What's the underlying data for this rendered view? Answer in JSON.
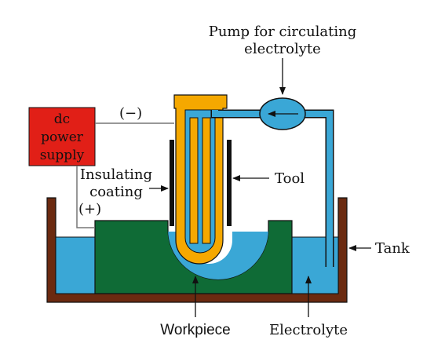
{
  "labels": {
    "pump_line1": "Pump for circulating",
    "pump_line2": "electrolyte",
    "power_line1": "dc",
    "power_line2": "power",
    "power_line3": "supply",
    "negative": "(−)",
    "positive": "(+)",
    "insulating_line1": "Insulating",
    "insulating_line2": "coating",
    "tool": "Tool",
    "tank": "Tank",
    "workpiece": "Workpiece",
    "electrolyte": "Electrolyte"
  },
  "colors": {
    "tank_wall": "#6b2a10",
    "electrolyte": "#3aa7d6",
    "workpiece": "#0f6b36",
    "tool": "#f5a800",
    "power_supply": "#e11f17",
    "insulation": "#111111",
    "wire": "#777777",
    "outline": "#111111"
  }
}
